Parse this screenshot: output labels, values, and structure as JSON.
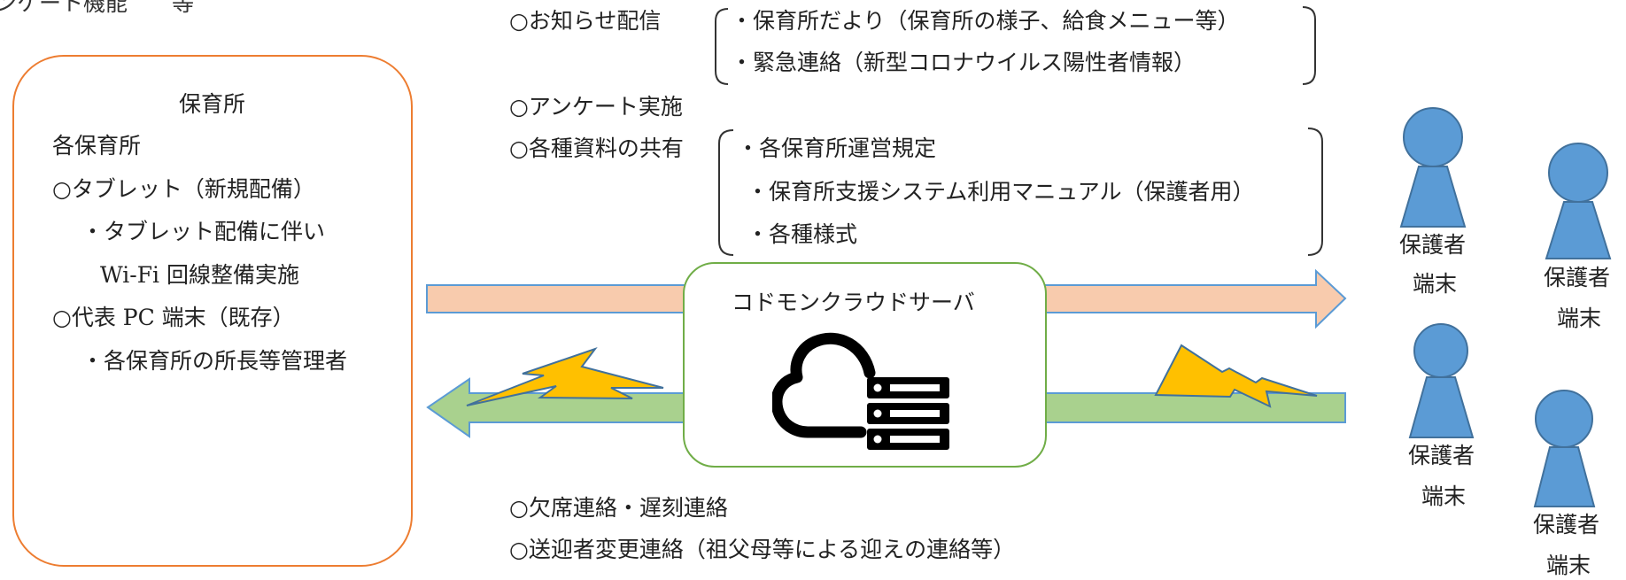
{
  "top_fragment": "ンケート機能　　等",
  "notice": {
    "heading": "○お知らせ配信",
    "items": [
      "・保育所だより（保育所の様子、給食メニュー等）",
      "・緊急連絡（新型コロナウイルス陽性者情報）"
    ]
  },
  "survey": "○アンケート実施",
  "docs": {
    "heading": "○各種資料の共有",
    "items": [
      "・各保育所運営規定",
      "・保育所支援システム利用マニュアル（保護者用）",
      "・各種様式"
    ]
  },
  "nursery": {
    "title": "保育所",
    "lines": [
      "各保育所",
      "○タブレット（新規配備）",
      "・タブレット配備に伴い",
      "Wi-Fi 回線整備実施",
      "○代表 PC 端末（既存）",
      "・各保育所の所長等管理者"
    ]
  },
  "server": {
    "title": "コドモンクラウドサーバ"
  },
  "bottom": [
    "○欠席連絡・遅刻連絡",
    "○送迎者変更連絡（祖父母等による迎えの連絡等）"
  ],
  "guardians": [
    {
      "line1": "保護者",
      "line2": "端末"
    },
    {
      "line1": "保護者",
      "line2": "端末"
    },
    {
      "line1": "保護者",
      "line2": "端末"
    },
    {
      "line1": "保護者",
      "line2": "端末"
    }
  ],
  "colors": {
    "nursery_border": "#ED7D31",
    "server_border": "#70AD47",
    "arrow_out": "#F8CBAD",
    "arrow_in": "#A9D18E",
    "person_fill": "#5B9BD5",
    "lightning_fill": "#FFC000"
  },
  "icons": [
    "cloud-server-icon",
    "lightning-icon",
    "person-icon",
    "brace-icon"
  ]
}
